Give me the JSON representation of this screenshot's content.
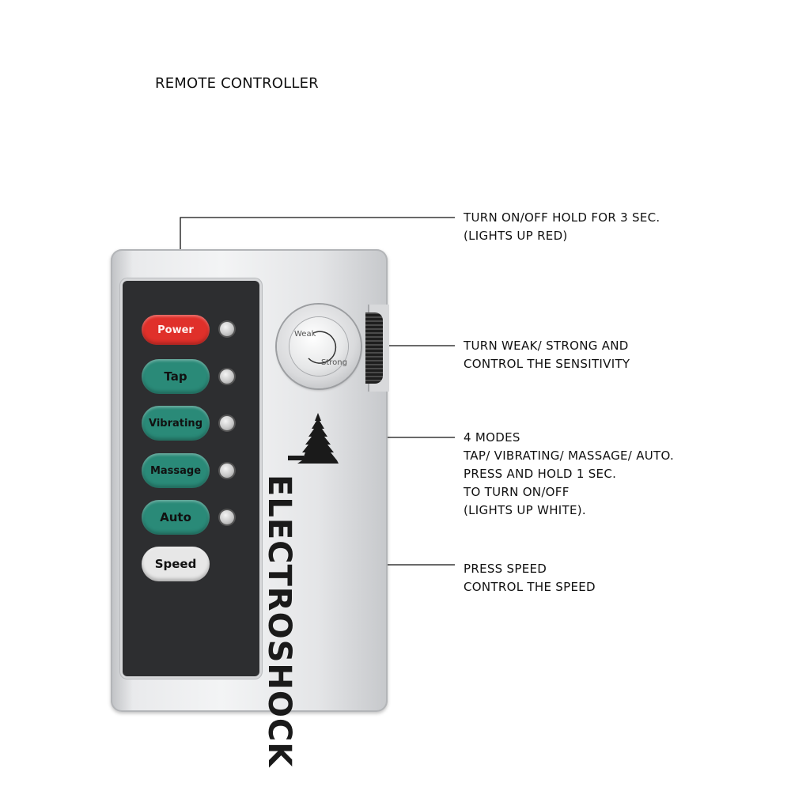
{
  "title": "REMOTE CONTROLLER",
  "remote": {
    "buttons": {
      "power": "Power",
      "tap": "Tap",
      "vibrating": "Vibrating",
      "massage": "Massage",
      "auto": "Auto",
      "speed": "Speed"
    },
    "dial": {
      "weak": "Weak",
      "strong": "Strong"
    },
    "brand": "ELECTROSHOCK"
  },
  "callouts": {
    "power": {
      "line1": "TURN ON/OFF HOLD FOR 3 SEC.",
      "line2": "(LIGHTS UP RED)"
    },
    "dial": {
      "line1": "TURN WEAK/ STRONG AND",
      "line2": "CONTROL THE SENSITIVITY"
    },
    "modes": {
      "line1": "4 MODES",
      "line2": "TAP/ VIBRATING/ MASSAGE/ AUTO.",
      "line3": "PRESS AND HOLD 1 SEC.",
      "line4": "TO TURN ON/OFF",
      "line5": "(LIGHTS UP WHITE)."
    },
    "speed": {
      "line1": "PRESS SPEED",
      "line2": "CONTROL THE SPEED"
    }
  },
  "colors": {
    "power": "#e0302a",
    "mode": "#2a8a78",
    "speed": "#e7e7e7",
    "panel": "#2d2e30"
  }
}
